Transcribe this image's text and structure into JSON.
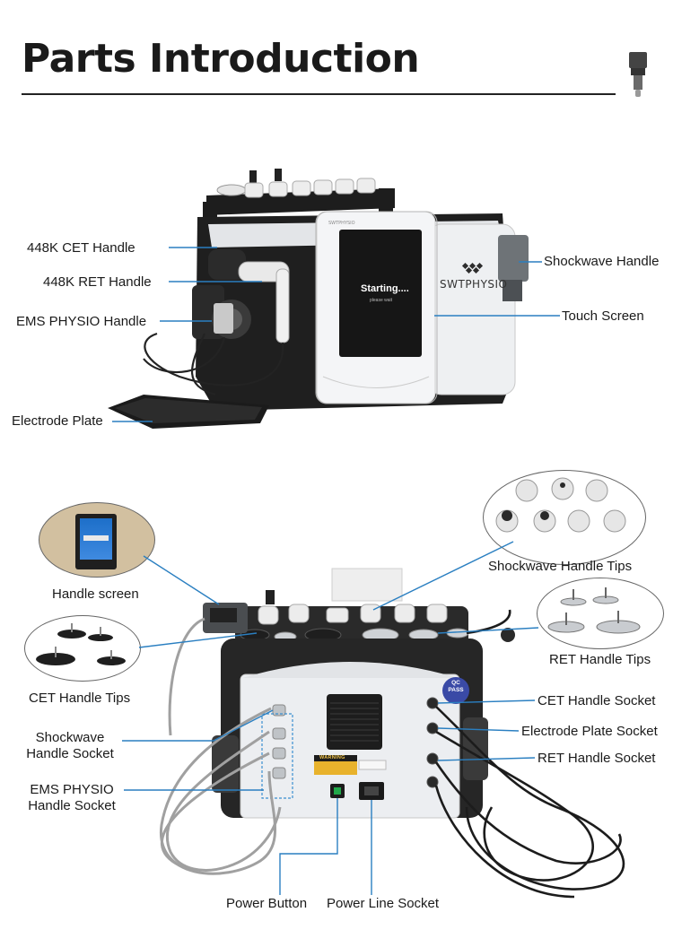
{
  "page": {
    "title": "Parts Introduction"
  },
  "device_screen": {
    "brand": "SWTPHYSIO",
    "status_text": "Starting....",
    "status_sub": "please wait"
  },
  "rear_panel": {
    "qc_badge_line1": "QC",
    "qc_badge_line2": "PASS",
    "warning_label": "WARNING"
  },
  "labels_top": {
    "cet_handle": "448K CET Handle",
    "ret_handle": "448K RET Handle",
    "ems_handle": "EMS PHYSIO Handle",
    "electrode_plate": "Electrode Plate",
    "shockwave_handle": "Shockwave Handle",
    "touch_screen": "Touch Screen"
  },
  "labels_bottom": {
    "handle_screen": "Handle screen",
    "cet_handle_tips": "CET Handle Tips",
    "shockwave_handle_socket_l1": "Shockwave",
    "shockwave_handle_socket_l2": "Handle Socket",
    "ems_handle_socket_l1": "EMS PHYSIO",
    "ems_handle_socket_l2": "Handle Socket",
    "shockwave_handle_tips": "Shockwave Handle Tips",
    "ret_handle_tips": "RET Handle Tips",
    "cet_handle_socket": "CET Handle Socket",
    "electrode_plate_socket": "Electrode Plate Socket",
    "ret_handle_socket": "RET Handle Socket",
    "power_button": "Power Button",
    "power_line_socket": "Power Line Socket"
  },
  "colors": {
    "leader_line": "#2a7fc1",
    "device_black": "#1f1f1f",
    "device_white": "#f2f3f5",
    "cable_gray": "#9a9a9a"
  }
}
